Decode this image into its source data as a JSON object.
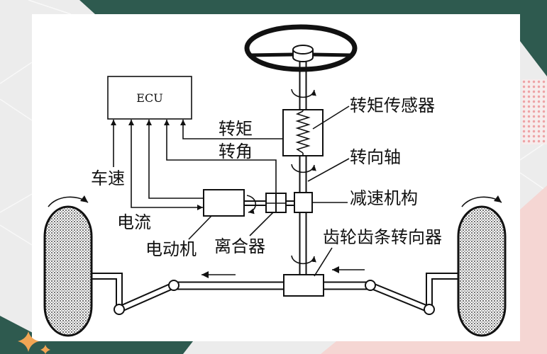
{
  "diagram": {
    "ecu_label": "ECU",
    "labels": {
      "torque_sensor": "转矩传感器",
      "steering_shaft": "转向轴",
      "reduction_mechanism": "减速机构",
      "torque_signal": "转矩",
      "angle_signal": "转角",
      "vehicle_speed": "车速",
      "current": "电流",
      "motor": "电动机",
      "clutch": "离合器",
      "rack_and_pinion_gear": "齿轮齿条转向器"
    }
  },
  "colors": {
    "line": "#111111",
    "panel": "#ffffff",
    "background": "#ececec",
    "dark_green": "#2e5a4f",
    "pink": "#f5d6d3",
    "pink_dots": "#eea3a6",
    "star": "#f2a554"
  }
}
